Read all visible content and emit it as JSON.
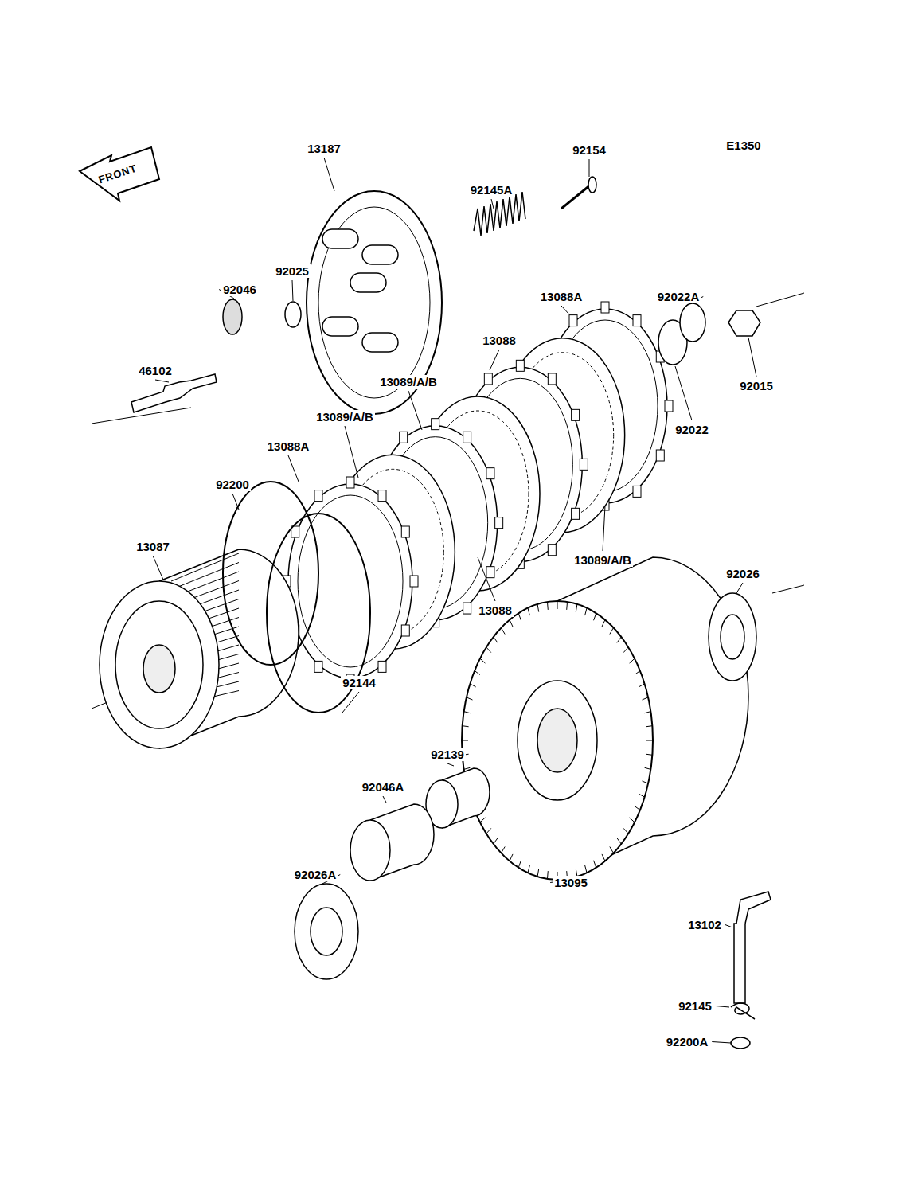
{
  "diagram": {
    "labels": [
      "E1350",
      "FRONT",
      "13187",
      "92154",
      "92145A",
      "92025",
      "92046",
      "46102",
      "13088A",
      "92022A",
      "13088",
      "13089/A/B",
      "92015",
      "13089/A/B",
      "92022",
      "13088A",
      "92200",
      "13087",
      "13089/A/B",
      "92026",
      "13088",
      "92144",
      "92139",
      "92046A",
      "92026A",
      "13095",
      "13102",
      "92145",
      "92200A"
    ]
  }
}
